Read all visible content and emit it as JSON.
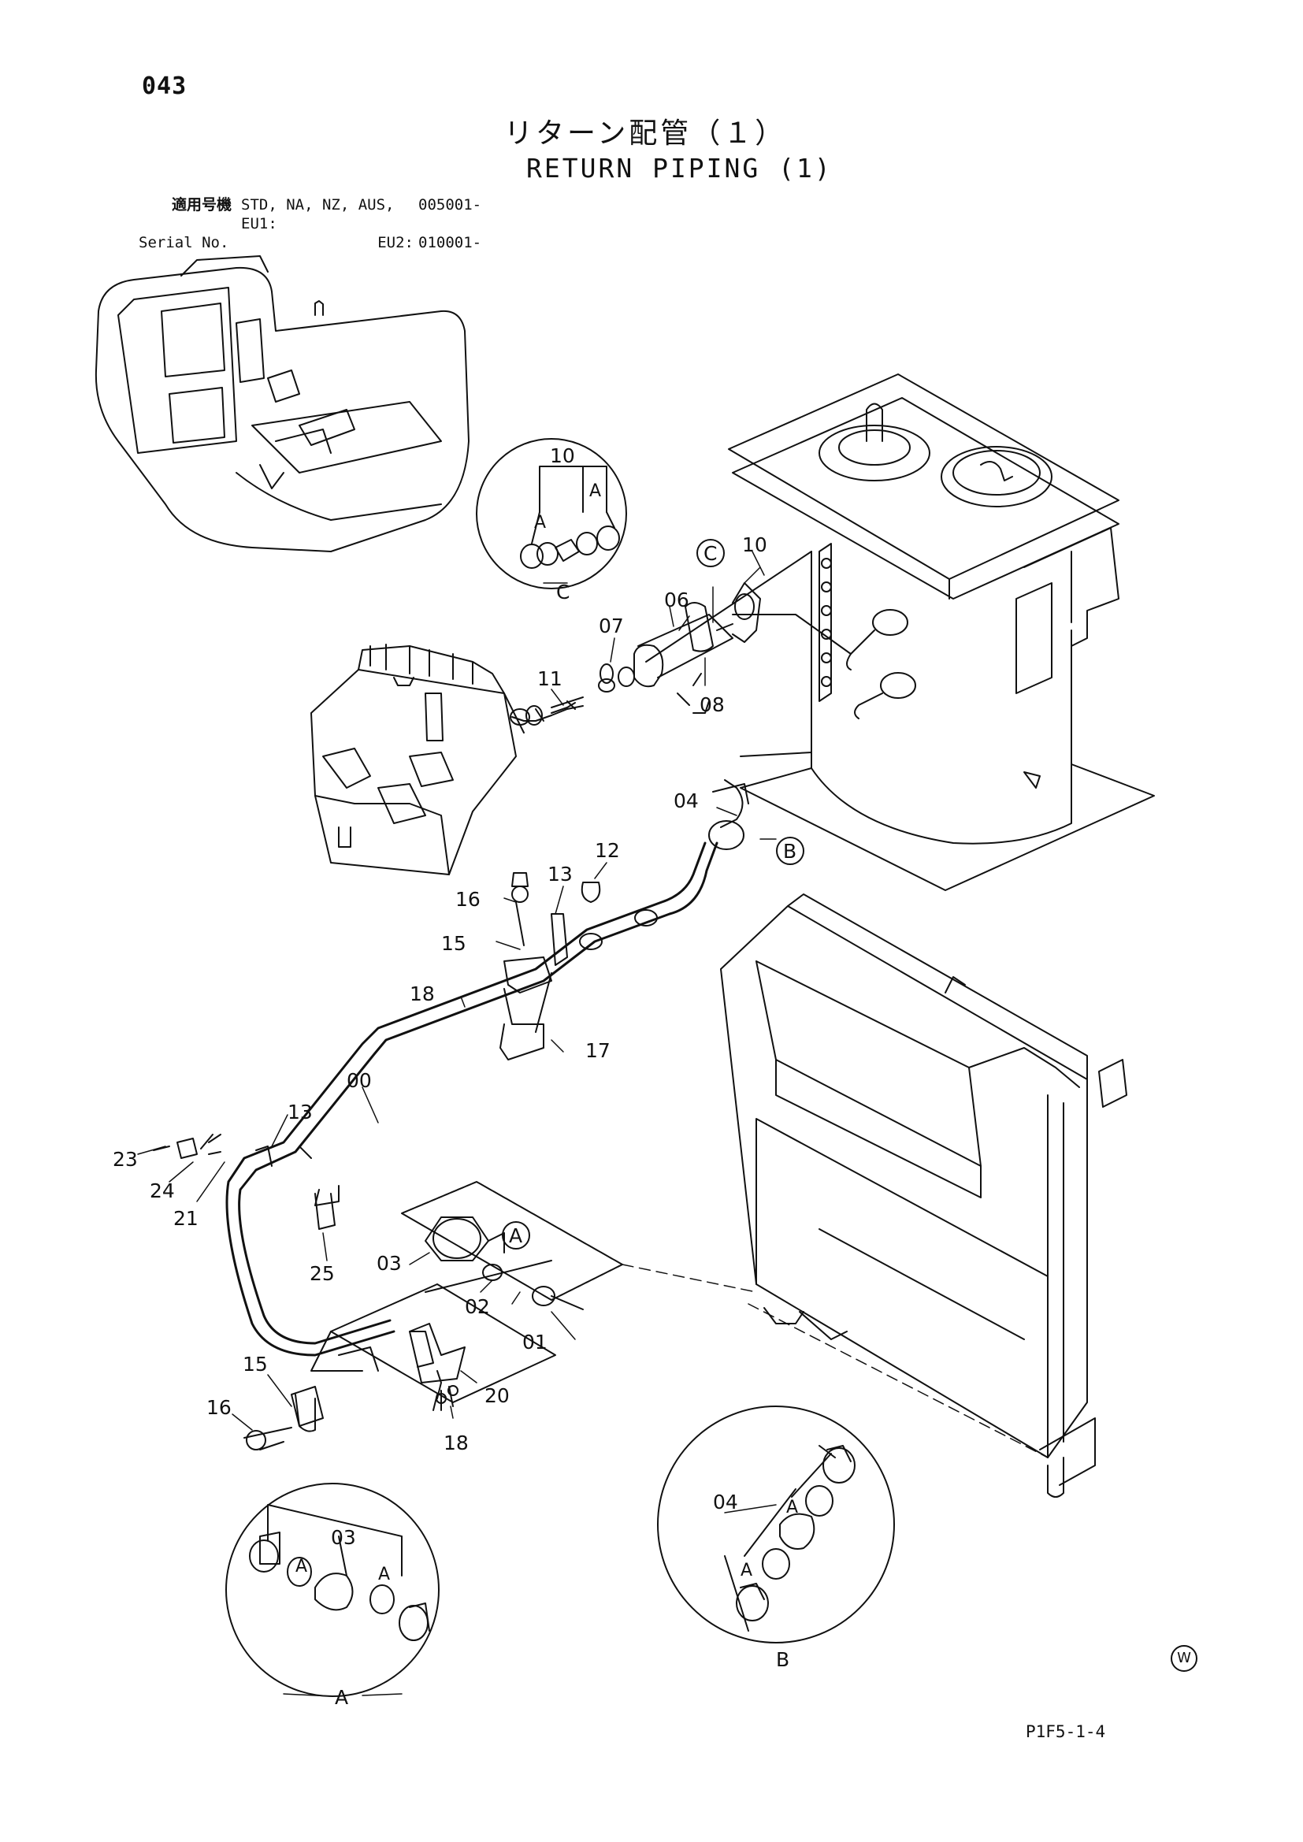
{
  "header": {
    "page_number": "043",
    "title_jp": "リターン配管（１）",
    "title_en": "RETURN PIPING (1)"
  },
  "serial": {
    "label_jp": "適用号機",
    "label_en": "Serial No.",
    "row1_models": "STD, NA, NZ, AUS, EU1:",
    "row1_range": "005001-",
    "row2_models": "EU2:",
    "row2_range": "010001-"
  },
  "callouts": {
    "p00": "00",
    "p01": "01",
    "p02": "02",
    "p03_main": "03",
    "p03_detail": "03",
    "p04_main": "04",
    "p04_detail": "04",
    "p06": "06",
    "p07": "07",
    "p08": "08",
    "p10_main": "10",
    "p10_detail": "10",
    "p11": "11",
    "p12": "12",
    "p13_upper": "13",
    "p13_lower": "13",
    "p15_upper": "15",
    "p15_lower": "15",
    "p16_upper": "16",
    "p16_lower": "16",
    "p17": "17",
    "p18_upper": "18",
    "p18_lower": "18",
    "p20": "20",
    "p21": "21",
    "p23": "23",
    "p24": "24",
    "p25": "25"
  },
  "detail_refs": {
    "ref_A": "A",
    "ref_B": "B",
    "ref_C": "C",
    "view_A": "A",
    "view_B": "B",
    "view_C": "C",
    "sub_A": "A"
  },
  "footer": {
    "mark": "W",
    "drawing_code": "P1F5-1-4"
  }
}
